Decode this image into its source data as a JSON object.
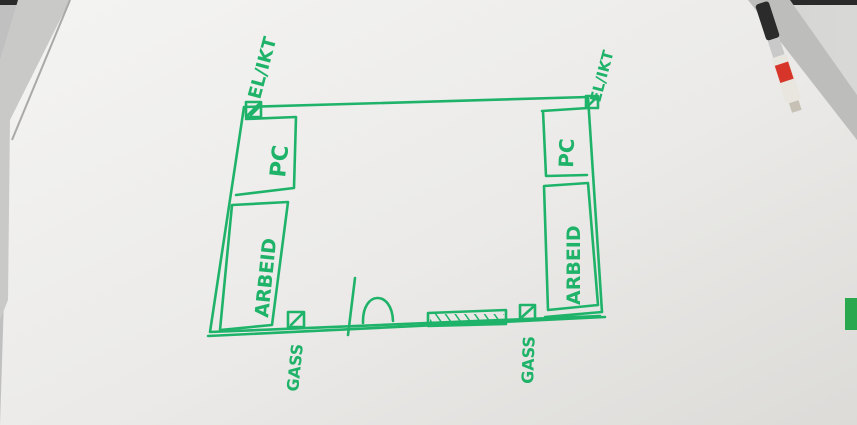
{
  "colors": {
    "marker": "#1fb36a",
    "board": "#ecebe9",
    "wall": "#cfd0cf"
  },
  "labels": {
    "el_ikt_left": "EL/IKT",
    "el_ikt_right": "EL/IKT",
    "pc_left": "PC",
    "pc_right": "PC",
    "arbeid_left": "ARBEID",
    "arbeid_right": "ARBEID",
    "gass_left": "GASS",
    "gass_right": "GASS"
  }
}
